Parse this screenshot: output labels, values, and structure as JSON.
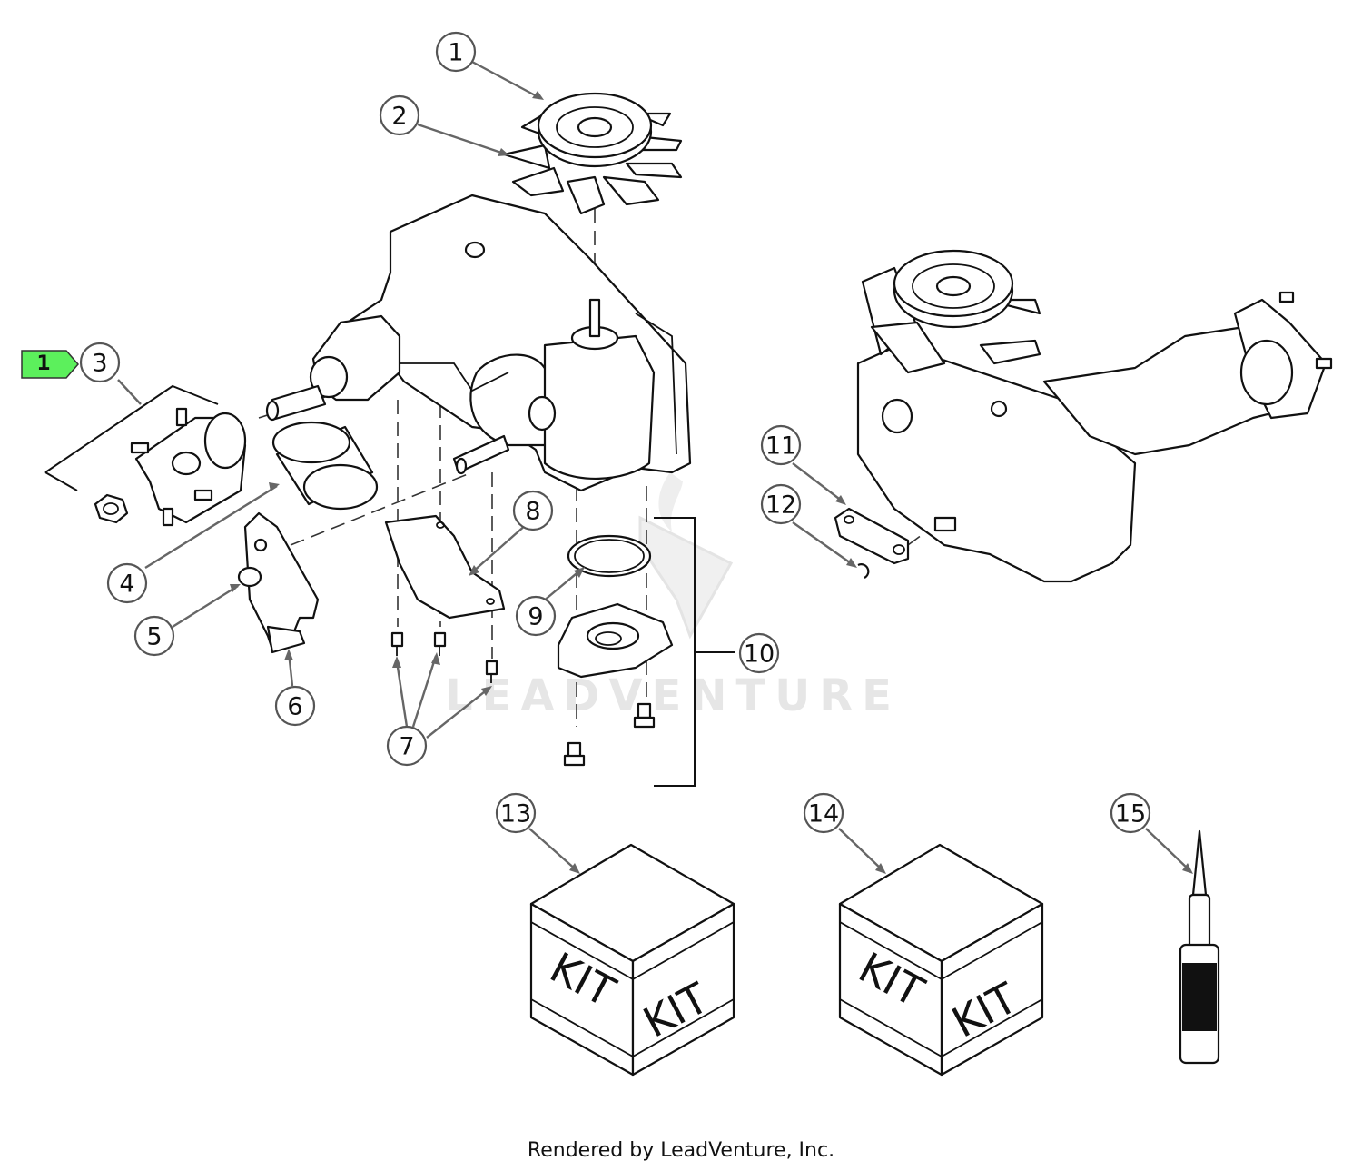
{
  "reference_badge": {
    "label": "1",
    "color": "#5cf05c"
  },
  "callouts": [
    {
      "id": "callout-1",
      "label": "1"
    },
    {
      "id": "callout-2",
      "label": "2"
    },
    {
      "id": "callout-3",
      "label": "3"
    },
    {
      "id": "callout-4",
      "label": "4"
    },
    {
      "id": "callout-5",
      "label": "5"
    },
    {
      "id": "callout-6",
      "label": "6"
    },
    {
      "id": "callout-7",
      "label": "7"
    },
    {
      "id": "callout-8",
      "label": "8"
    },
    {
      "id": "callout-9",
      "label": "9"
    },
    {
      "id": "callout-10",
      "label": "10"
    },
    {
      "id": "callout-11",
      "label": "11"
    },
    {
      "id": "callout-12",
      "label": "12"
    },
    {
      "id": "callout-13",
      "label": "13"
    },
    {
      "id": "callout-14",
      "label": "14"
    },
    {
      "id": "callout-15",
      "label": "15"
    }
  ],
  "kit_label": "KIT",
  "watermark": "LEADVENTURE",
  "footer": "Rendered by LeadVenture, Inc.",
  "icons": [
    "fan-pulley-icon",
    "transaxle-icon",
    "wheel-hub-icon",
    "filter-icon",
    "bypass-bracket-icon",
    "fan-guard-icon",
    "o-ring-icon",
    "filter-adapter-icon",
    "bolt-icon",
    "bypass-arm-icon",
    "retaining-ring-icon",
    "kit-box-icon",
    "sealant-tube-icon"
  ]
}
